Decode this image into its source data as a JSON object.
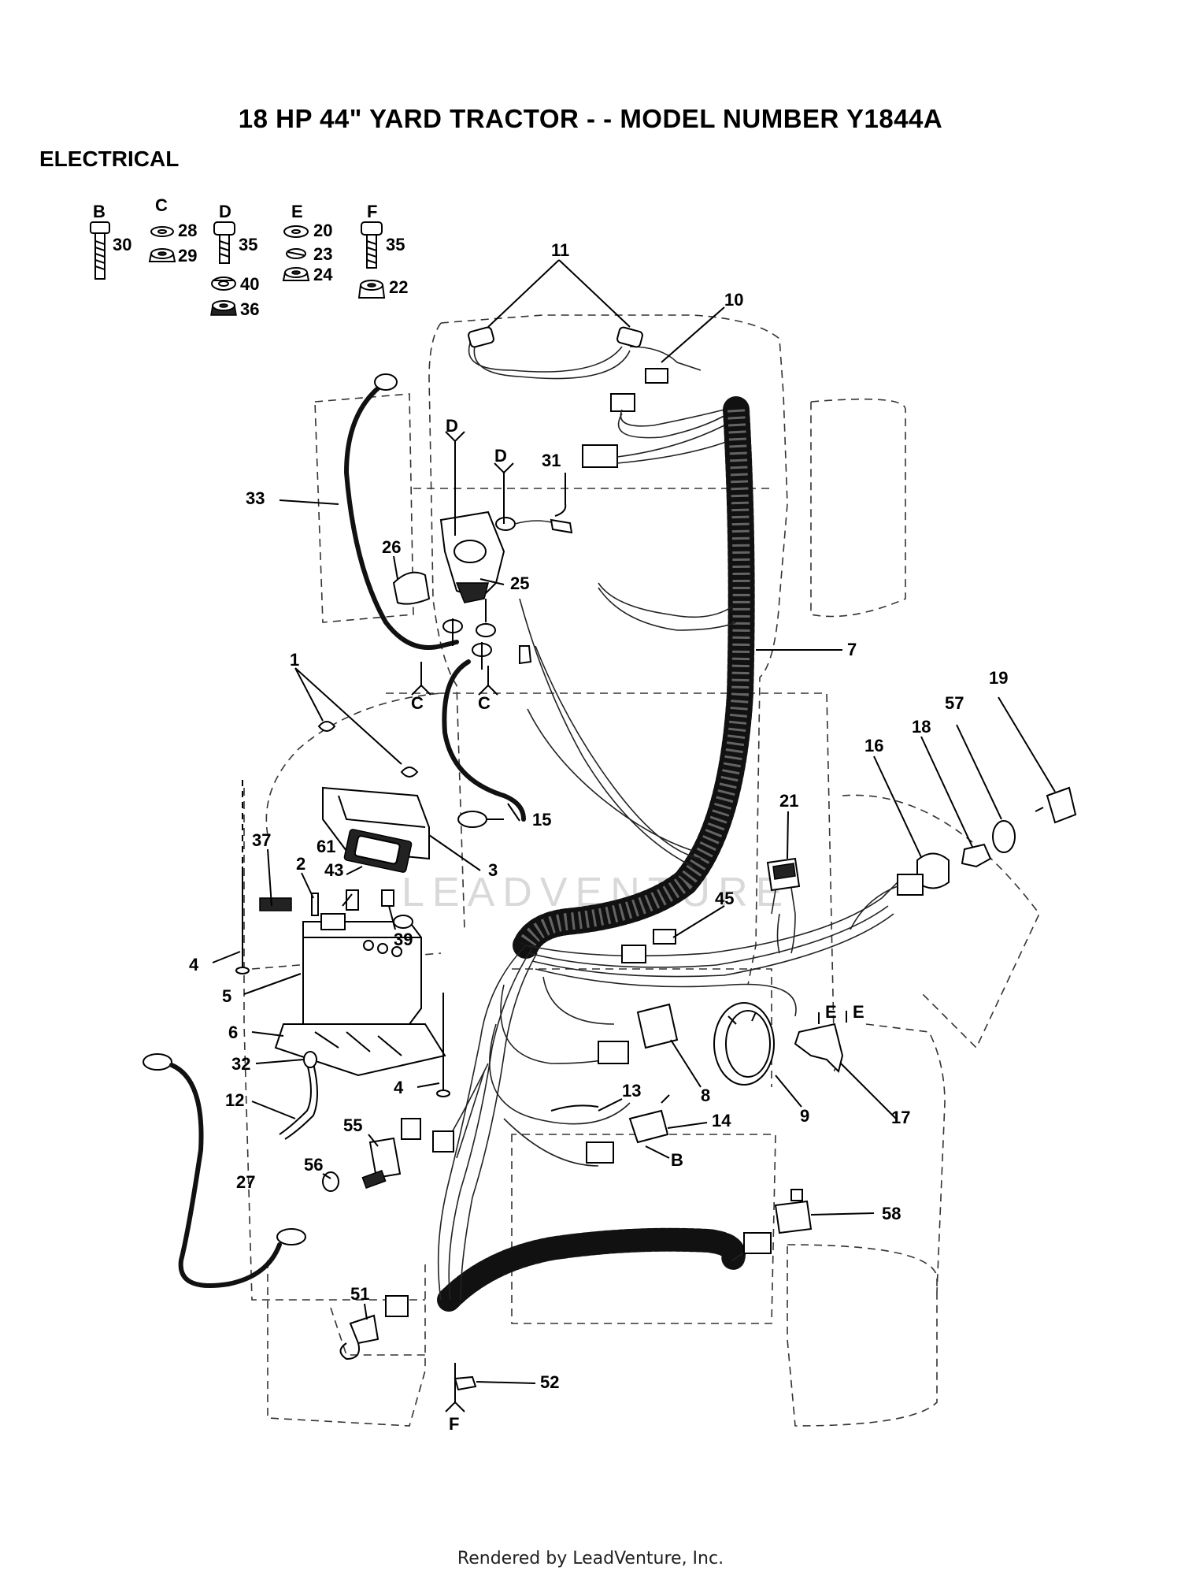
{
  "title": "18 HP 44\" YARD TRACTOR - - MODEL NUMBER Y1844A",
  "subtitle": "ELECTRICAL",
  "footer": "Rendered by LeadVenture, Inc.",
  "watermark": "LEADVENTURE",
  "hardware_groups": [
    {
      "letter": "B",
      "parts": [
        "30"
      ]
    },
    {
      "letter": "C",
      "parts": [
        "28",
        "29"
      ]
    },
    {
      "letter": "D",
      "parts": [
        "35",
        "40",
        "36"
      ]
    },
    {
      "letter": "E",
      "parts": [
        "20",
        "23",
        "24"
      ]
    },
    {
      "letter": "F",
      "parts": [
        "35",
        "22"
      ]
    }
  ],
  "callouts": [
    "1",
    "2",
    "3",
    "4",
    "4",
    "5",
    "6",
    "7",
    "8",
    "9",
    "10",
    "11",
    "12",
    "13",
    "14",
    "15",
    "16",
    "17",
    "18",
    "19",
    "21",
    "25",
    "26",
    "27",
    "31",
    "32",
    "33",
    "37",
    "39",
    "43",
    "45",
    "51",
    "52",
    "55",
    "56",
    "57",
    "58",
    "61"
  ],
  "group_refs": [
    "D",
    "D",
    "C",
    "C",
    "E",
    "E",
    "B",
    "F"
  ]
}
